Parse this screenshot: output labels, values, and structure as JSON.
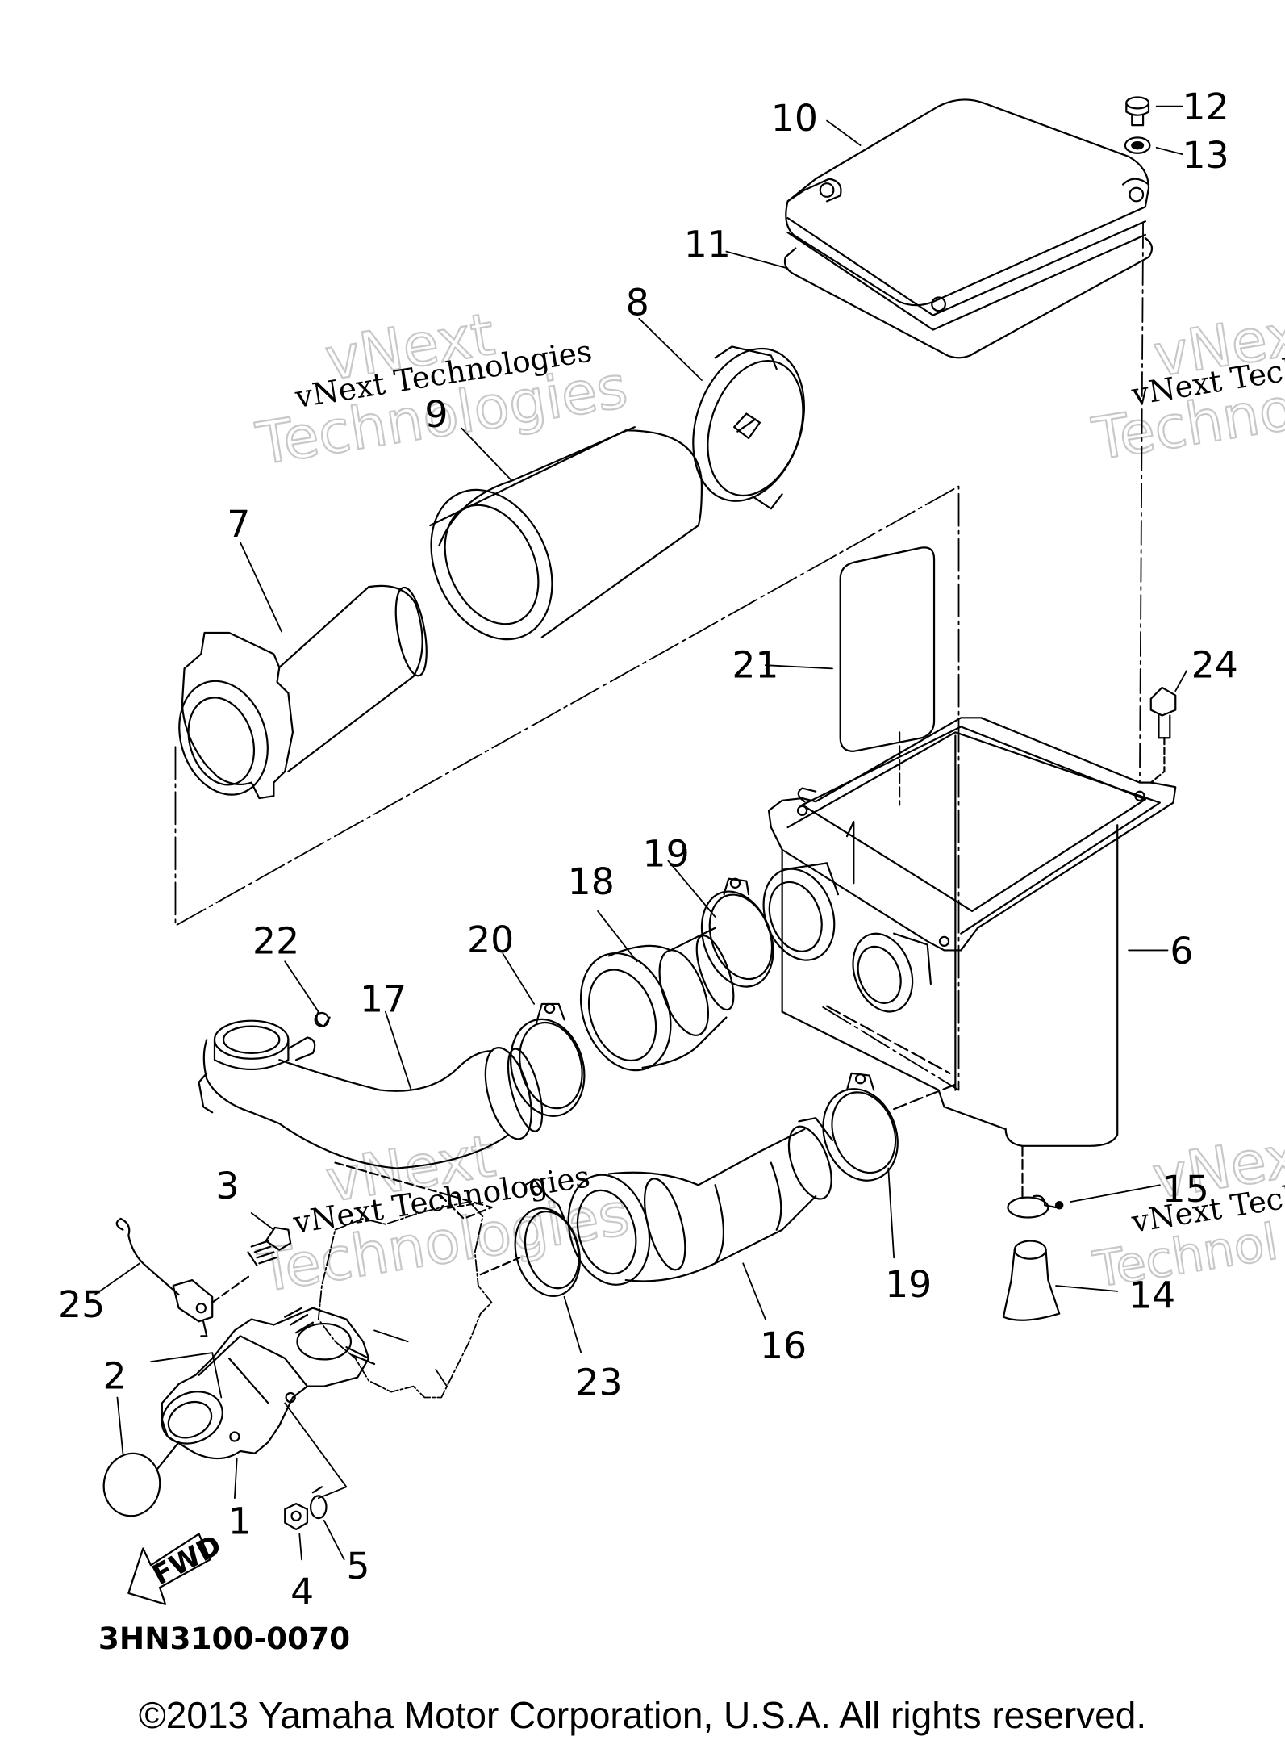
{
  "diagram": {
    "part_labels": {
      "p1": "1",
      "p2": "2",
      "p3": "3",
      "p4": "4",
      "p5": "5",
      "p6": "6",
      "p7": "7",
      "p8": "8",
      "p9": "9",
      "p10": "10",
      "p11": "11",
      "p12": "12",
      "p13": "13",
      "p14": "14",
      "p15": "15",
      "p16": "16",
      "p17": "17",
      "p18": "18",
      "p19a": "19",
      "p19b": "19",
      "p20": "20",
      "p21": "21",
      "p22": "22",
      "p23": "23",
      "p24": "24",
      "p25": "25"
    },
    "fwd_arrow_text": "FWD",
    "diagram_code": "3HN3100-0070",
    "watermark_line1": "vNext Technologies",
    "watermark_line2_a": "vNext",
    "watermark_line2_b": "Technologies",
    "watermark_cut1": "vNext Techn",
    "watermark_cut2": "vNex",
    "watermark_cut3": "Technol"
  },
  "copyright": "©2013 Yamaha Motor Corporation, U.S.A. All rights reserved."
}
